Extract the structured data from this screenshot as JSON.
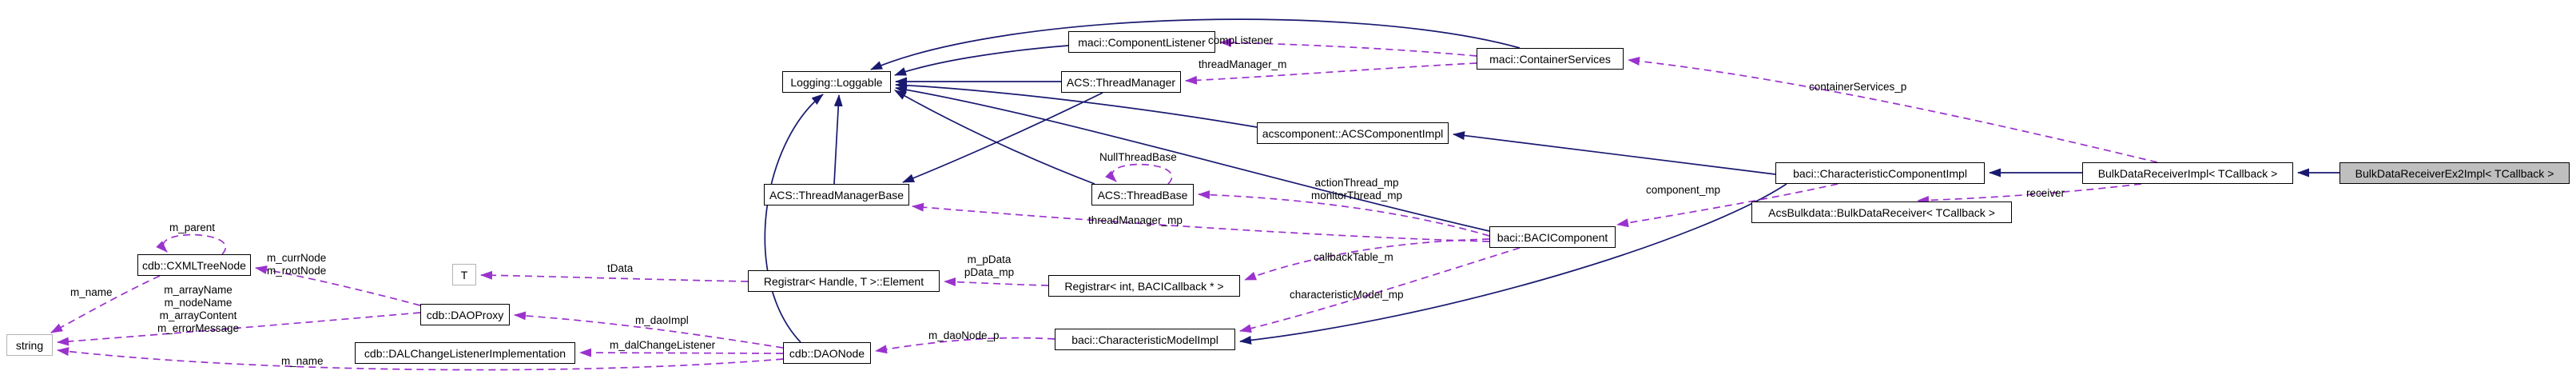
{
  "diagram": {
    "type": "doxygen-collaboration-graph",
    "colors": {
      "inheritance_edge": "#191970",
      "usage_edge": "#9a32cd",
      "node_bg": "#ffffff",
      "node_border": "#000000",
      "selected_node_bg": "#bfbfbf",
      "undocumented_node_border": "#b4b4b4"
    },
    "nodes": {
      "component_listener": {
        "label": "maci::ComponentListener"
      },
      "container_services": {
        "label": "maci::ContainerServices"
      },
      "loggable": {
        "label": "Logging::Loggable"
      },
      "thread_manager": {
        "label": "ACS::ThreadManager"
      },
      "acs_component_impl": {
        "label": "acscomponent::ACSComponentImpl"
      },
      "characteristic_component_impl": {
        "label": "baci::CharacteristicComponentImpl"
      },
      "bulkdata_receiver_impl": {
        "label": "BulkDataReceiverImpl< TCallback >"
      },
      "bulkdata_receiver_ex2_impl": {
        "label": "BulkDataReceiverEx2Impl< TCallback >"
      },
      "acsbulkdata_receiver": {
        "label": "AcsBulkdata::BulkDataReceiver< TCallback >"
      },
      "thread_manager_base": {
        "label": "ACS::ThreadManagerBase"
      },
      "thread_base": {
        "label": "ACS::ThreadBase"
      },
      "baci_component": {
        "label": "baci::BACIComponent"
      },
      "cxml_tree_node": {
        "label": "cdb::CXMLTreeNode"
      },
      "t_param": {
        "label": "T"
      },
      "registrar_element": {
        "label": "Registrar< Handle, T >::Element"
      },
      "registrar_int": {
        "label": "Registrar< int, BACICallback * >"
      },
      "dao_proxy": {
        "label": "cdb::DAOProxy"
      },
      "string_type": {
        "label": "string"
      },
      "dal_change_listener_impl": {
        "label": "cdb::DALChangeListenerImplementation"
      },
      "dao_node": {
        "label": "cdb::DAONode"
      },
      "characteristic_model_impl": {
        "label": "baci::CharacteristicModelImpl"
      }
    },
    "edge_labels": {
      "comp_listener": "compListener",
      "thread_manager_m": "threadManager_m",
      "container_services_p": "containerServices_p",
      "null_thread_base": "NullThreadBase",
      "action_thread_mp": "actionThread_mp",
      "monitor_thread_mp": "monitorThread_mp",
      "thread_manager_mp": "threadManager_mp",
      "component_mp": "component_mp",
      "receiver": "receiver",
      "m_parent": "m_parent",
      "m_curr_node": "m_currNode",
      "m_root_node": "m_rootNode",
      "t_data": "tData",
      "m_p_data": "m_pData",
      "p_data_mp": "pData_mp",
      "callback_table_m": "callbackTable_m",
      "characteristic_model_mp": "characteristicModel_mp",
      "m_name_left": "m_name",
      "m_array_name": "m_arrayName",
      "m_node_name": "m_nodeName",
      "m_array_content": "m_arrayContent",
      "m_error_message": "m_errorMessage",
      "m_dao_impl": "m_daoImpl",
      "m_dal_change_listener": "m_dalChangeListener",
      "m_dao_node_p": "m_daoNode_p",
      "m_name_bottom": "m_name"
    },
    "edges": [
      {
        "from": "bulkdata_receiver_ex2_impl",
        "to": "bulkdata_receiver_impl",
        "type": "inheritance"
      },
      {
        "from": "bulkdata_receiver_impl",
        "to": "characteristic_component_impl",
        "type": "inheritance"
      },
      {
        "from": "characteristic_component_impl",
        "to": "acs_component_impl",
        "type": "inheritance"
      },
      {
        "from": "acs_component_impl",
        "to": "loggable",
        "type": "inheritance"
      },
      {
        "from": "thread_manager",
        "to": "loggable",
        "type": "inheritance"
      },
      {
        "from": "component_listener",
        "to": "loggable",
        "type": "inheritance"
      },
      {
        "from": "container_services",
        "to": "loggable",
        "type": "inheritance"
      },
      {
        "from": "thread_manager",
        "to": "thread_manager_base",
        "type": "inheritance"
      },
      {
        "from": "thread_base",
        "to": "loggable",
        "type": "inheritance"
      },
      {
        "from": "thread_manager_base",
        "to": "loggable",
        "type": "inheritance"
      },
      {
        "from": "baci_component",
        "to": "loggable",
        "type": "inheritance"
      },
      {
        "from": "dao_node",
        "to": "loggable",
        "type": "inheritance"
      },
      {
        "from": "characteristic_component_impl",
        "to": "characteristic_model_impl",
        "type": "inheritance"
      },
      {
        "from": "container_services",
        "to": "component_listener",
        "type": "usage",
        "label": "compListener"
      },
      {
        "from": "container_services",
        "to": "thread_manager",
        "type": "usage",
        "label": "threadManager_m"
      },
      {
        "from": "bulkdata_receiver_impl",
        "to": "container_services",
        "type": "usage",
        "label": "containerServices_p"
      },
      {
        "from": "thread_base",
        "to": "thread_base",
        "type": "usage",
        "label": "NullThreadBase"
      },
      {
        "from": "baci_component",
        "to": "thread_base",
        "type": "usage",
        "label": "actionThread_mp monitorThread_mp"
      },
      {
        "from": "baci_component",
        "to": "thread_manager_base",
        "type": "usage",
        "label": "threadManager_mp"
      },
      {
        "from": "characteristic_component_impl",
        "to": "baci_component",
        "type": "usage",
        "label": "component_mp"
      },
      {
        "from": "bulkdata_receiver_impl",
        "to": "acsbulkdata_receiver",
        "type": "usage",
        "label": "receiver"
      },
      {
        "from": "cxml_tree_node",
        "to": "cxml_tree_node",
        "type": "usage",
        "label": "m_parent"
      },
      {
        "from": "dao_proxy",
        "to": "cxml_tree_node",
        "type": "usage",
        "label": "m_currNode m_rootNode"
      },
      {
        "from": "registrar_element",
        "to": "t_param",
        "type": "usage",
        "label": "tData"
      },
      {
        "from": "registrar_int",
        "to": "registrar_element",
        "type": "usage",
        "label": "m_pData pData_mp"
      },
      {
        "from": "baci_component",
        "to": "registrar_int",
        "type": "usage",
        "label": "callbackTable_m"
      },
      {
        "from": "baci_component",
        "to": "characteristic_model_impl",
        "type": "usage",
        "label": "characteristicModel_mp"
      },
      {
        "from": "cxml_tree_node",
        "to": "string_type",
        "type": "usage",
        "label": "m_name"
      },
      {
        "from": "dao_proxy",
        "to": "string_type",
        "type": "usage",
        "label": "m_arrayName m_nodeName m_arrayContent m_errorMessage"
      },
      {
        "from": "characteristic_model_impl",
        "to": "dao_node",
        "type": "usage",
        "label": "m_daoNode_p"
      },
      {
        "from": "dao_node",
        "to": "dao_proxy",
        "type": "usage",
        "label": "m_daoImpl"
      },
      {
        "from": "dao_node",
        "to": "dal_change_listener_impl",
        "type": "usage",
        "label": "m_dalChangeListener"
      },
      {
        "from": "dao_node",
        "to": "string_type",
        "type": "usage",
        "label": "m_name"
      }
    ]
  }
}
